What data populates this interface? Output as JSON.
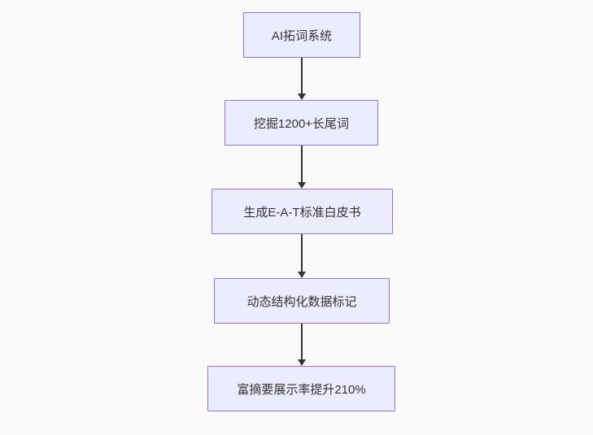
{
  "diagram": {
    "type": "flowchart",
    "direction": "top-down",
    "nodes": [
      {
        "id": "node-1",
        "label": "AI拓词系统"
      },
      {
        "id": "node-2",
        "label": "挖掘1200+长尾词"
      },
      {
        "id": "node-3",
        "label": "生成E-A-T标准白皮书"
      },
      {
        "id": "node-4",
        "label": "动态结构化数据标记"
      },
      {
        "id": "node-5",
        "label": "富摘要展示率提升210%"
      }
    ],
    "edges": [
      {
        "from": "node-1",
        "to": "node-2",
        "style": "arrow-down"
      },
      {
        "from": "node-2",
        "to": "node-3",
        "style": "arrow-down"
      },
      {
        "from": "node-3",
        "to": "node-4",
        "style": "arrow-down"
      },
      {
        "from": "node-4",
        "to": "node-5",
        "style": "arrow-down"
      }
    ],
    "colors": {
      "node_fill": "#ECECFF",
      "node_border": "#9370DB",
      "node_text": "#333333",
      "arrow": "#333333",
      "background": "#FAFAFA"
    }
  }
}
